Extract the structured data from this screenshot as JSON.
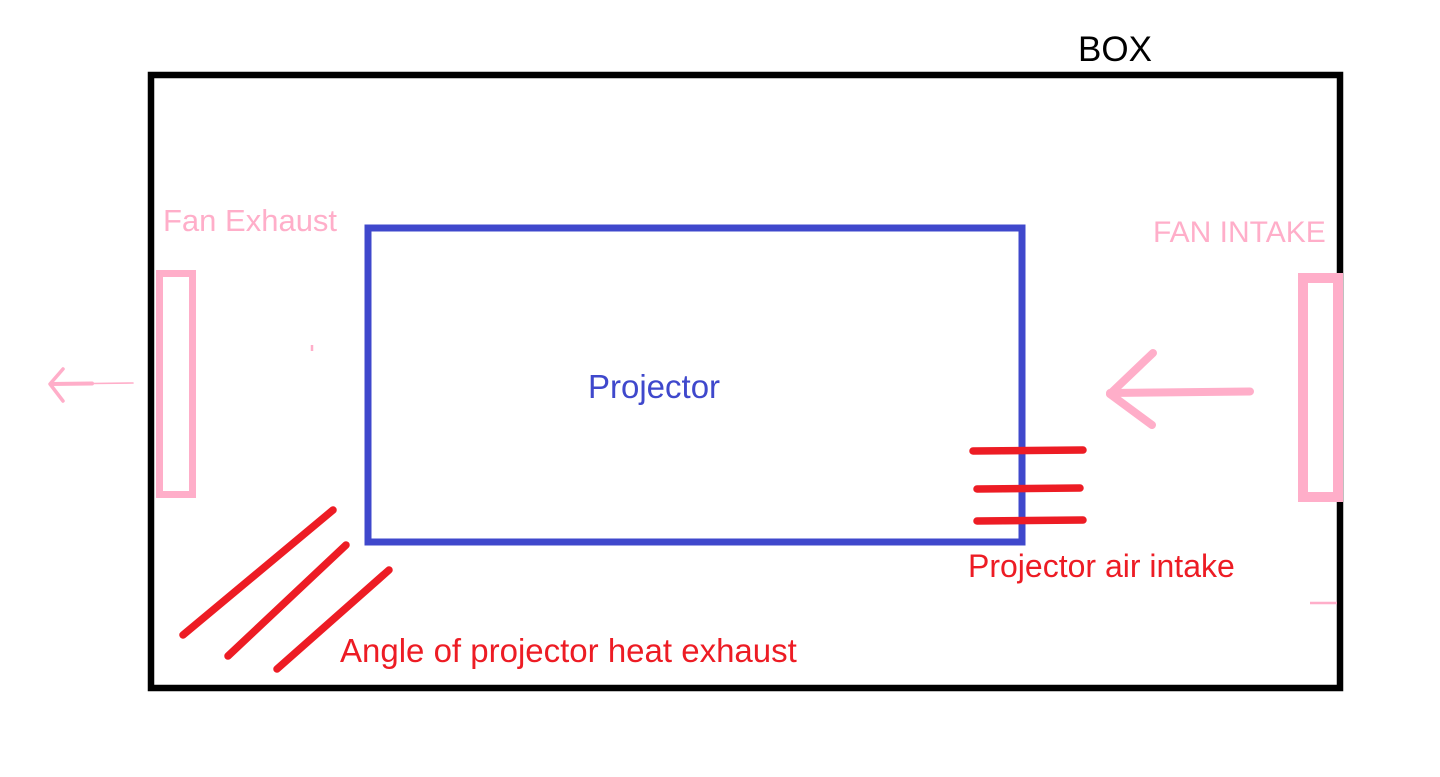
{
  "diagram": {
    "type": "paint-style ventilation diagram",
    "labels": {
      "box": "BOX",
      "projector": "Projector",
      "fan_exhaust": "Fan Exhaust",
      "fan_intake": "FAN INTAKE",
      "projector_air_intake": "Projector air intake",
      "heat_exhaust_angle": "Angle of projector heat exhaust"
    },
    "icons": {
      "fan_exhaust_arrow": "left-arrow-icon",
      "fan_intake_arrow": "left-arrow-icon",
      "air_intake_marks": "three-horizontal-lines",
      "heat_exhaust_marks": "three-diagonal-lines"
    },
    "colors": {
      "background": "#ffffff",
      "black": "#000000",
      "blue": "#3f48cc",
      "pink": "#ffaec9",
      "red": "#ed1c24"
    }
  }
}
